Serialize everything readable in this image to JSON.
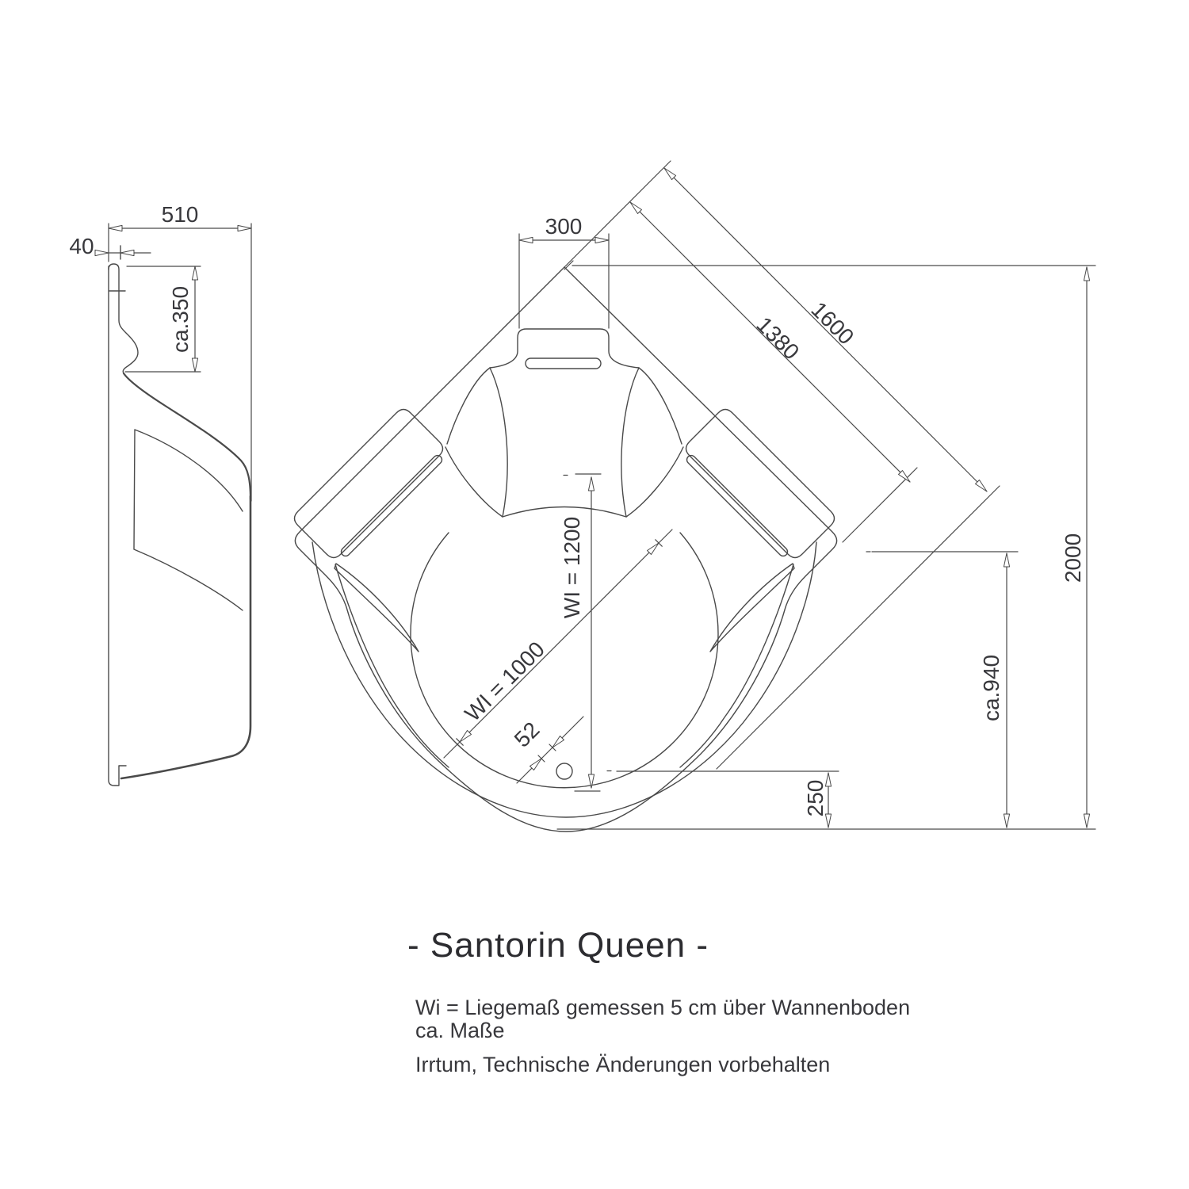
{
  "title": "- Santorin Queen -",
  "notes": {
    "line1": "Wi = Liegemaß gemessen 5 cm über Wannenboden",
    "line2": "ca. Maße",
    "line3": "Irrtum, Technische Änderungen vorbehalten"
  },
  "dimensions": {
    "side_width": "510",
    "side_rim": "40",
    "side_height": "ca.350",
    "headrest_width": "300",
    "edge_outer": "1600",
    "edge_corner": "1380",
    "overall_height": "2000",
    "inner_width": "ca.940",
    "drain_offset": "250",
    "lying_length": "WI = 1200",
    "lying_diagonal": "WI = 1000",
    "drain_diameter": "52"
  }
}
